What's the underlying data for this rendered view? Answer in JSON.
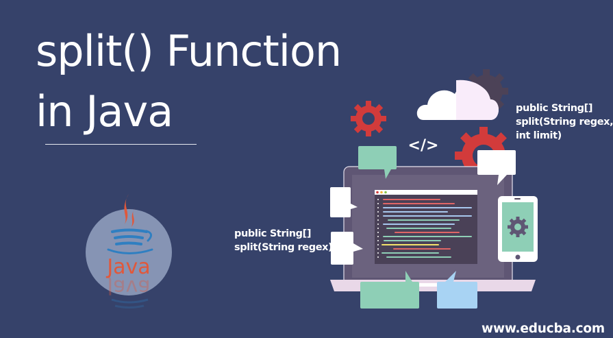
{
  "title": {
    "line1": "split() Function",
    "line2": "in Java"
  },
  "logo": {
    "icon": "java-coffee-cup-icon",
    "wordmark": "Java",
    "colors": {
      "flame": "#e0583b",
      "cup": "#2f7fc1",
      "circle": "#8f9dbc"
    }
  },
  "signatures": {
    "right": {
      "line1": "public String[]",
      "line2": "split(String regex,",
      "line3": "int limit)"
    },
    "left": {
      "line1": "public String[]",
      "line2": "split(String regex)"
    }
  },
  "illustration": {
    "code_tag": "</>",
    "icons": [
      "cloud-icon",
      "gear-icon",
      "laptop-icon",
      "code-editor-icon",
      "smartphone-icon",
      "speech-bubble-icon"
    ],
    "colors": {
      "background": "#36426a",
      "gear_red": "#d23b3b",
      "gear_dark": "#4c4257",
      "mint": "#8ecfb6",
      "light_blue": "#a8d3f3",
      "laptop_frame": "#5f5674",
      "laptop_screen": "#6b627e",
      "editor_bg": "#4a4157",
      "laptop_base": "#e9d8e8"
    }
  },
  "footer": {
    "url": "www.educba.com"
  }
}
